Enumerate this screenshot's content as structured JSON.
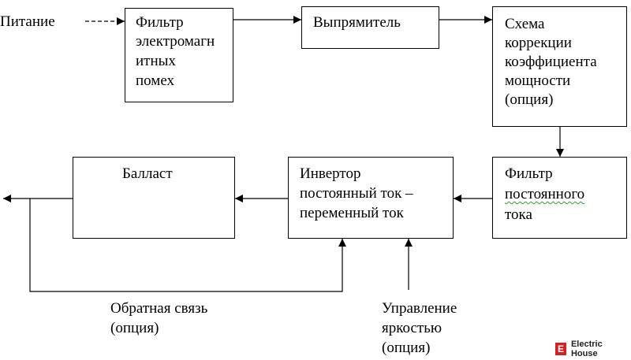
{
  "input_label": "Питание",
  "blocks": {
    "emi_filter": [
      "Фильтр",
      "электромагн",
      "итных",
      "помех"
    ],
    "rectifier": [
      "Выпрямитель"
    ],
    "pfc": [
      "Схема",
      "коррекции",
      "коэффициента",
      "мощности",
      "(опция)"
    ],
    "dc_filter": [
      "Фильтр",
      "постоянного",
      "тока"
    ],
    "inverter": [
      "Инвертор",
      "постоянный ток –",
      "переменный ток"
    ],
    "ballast": [
      "Балласт"
    ]
  },
  "feedback_label": [
    "Обратная связь",
    "(опция)"
  ],
  "dimming_label": [
    "Управление",
    "яркостью",
    "(опция)"
  ],
  "watermark": "Electric House",
  "watermark_mark": "E"
}
